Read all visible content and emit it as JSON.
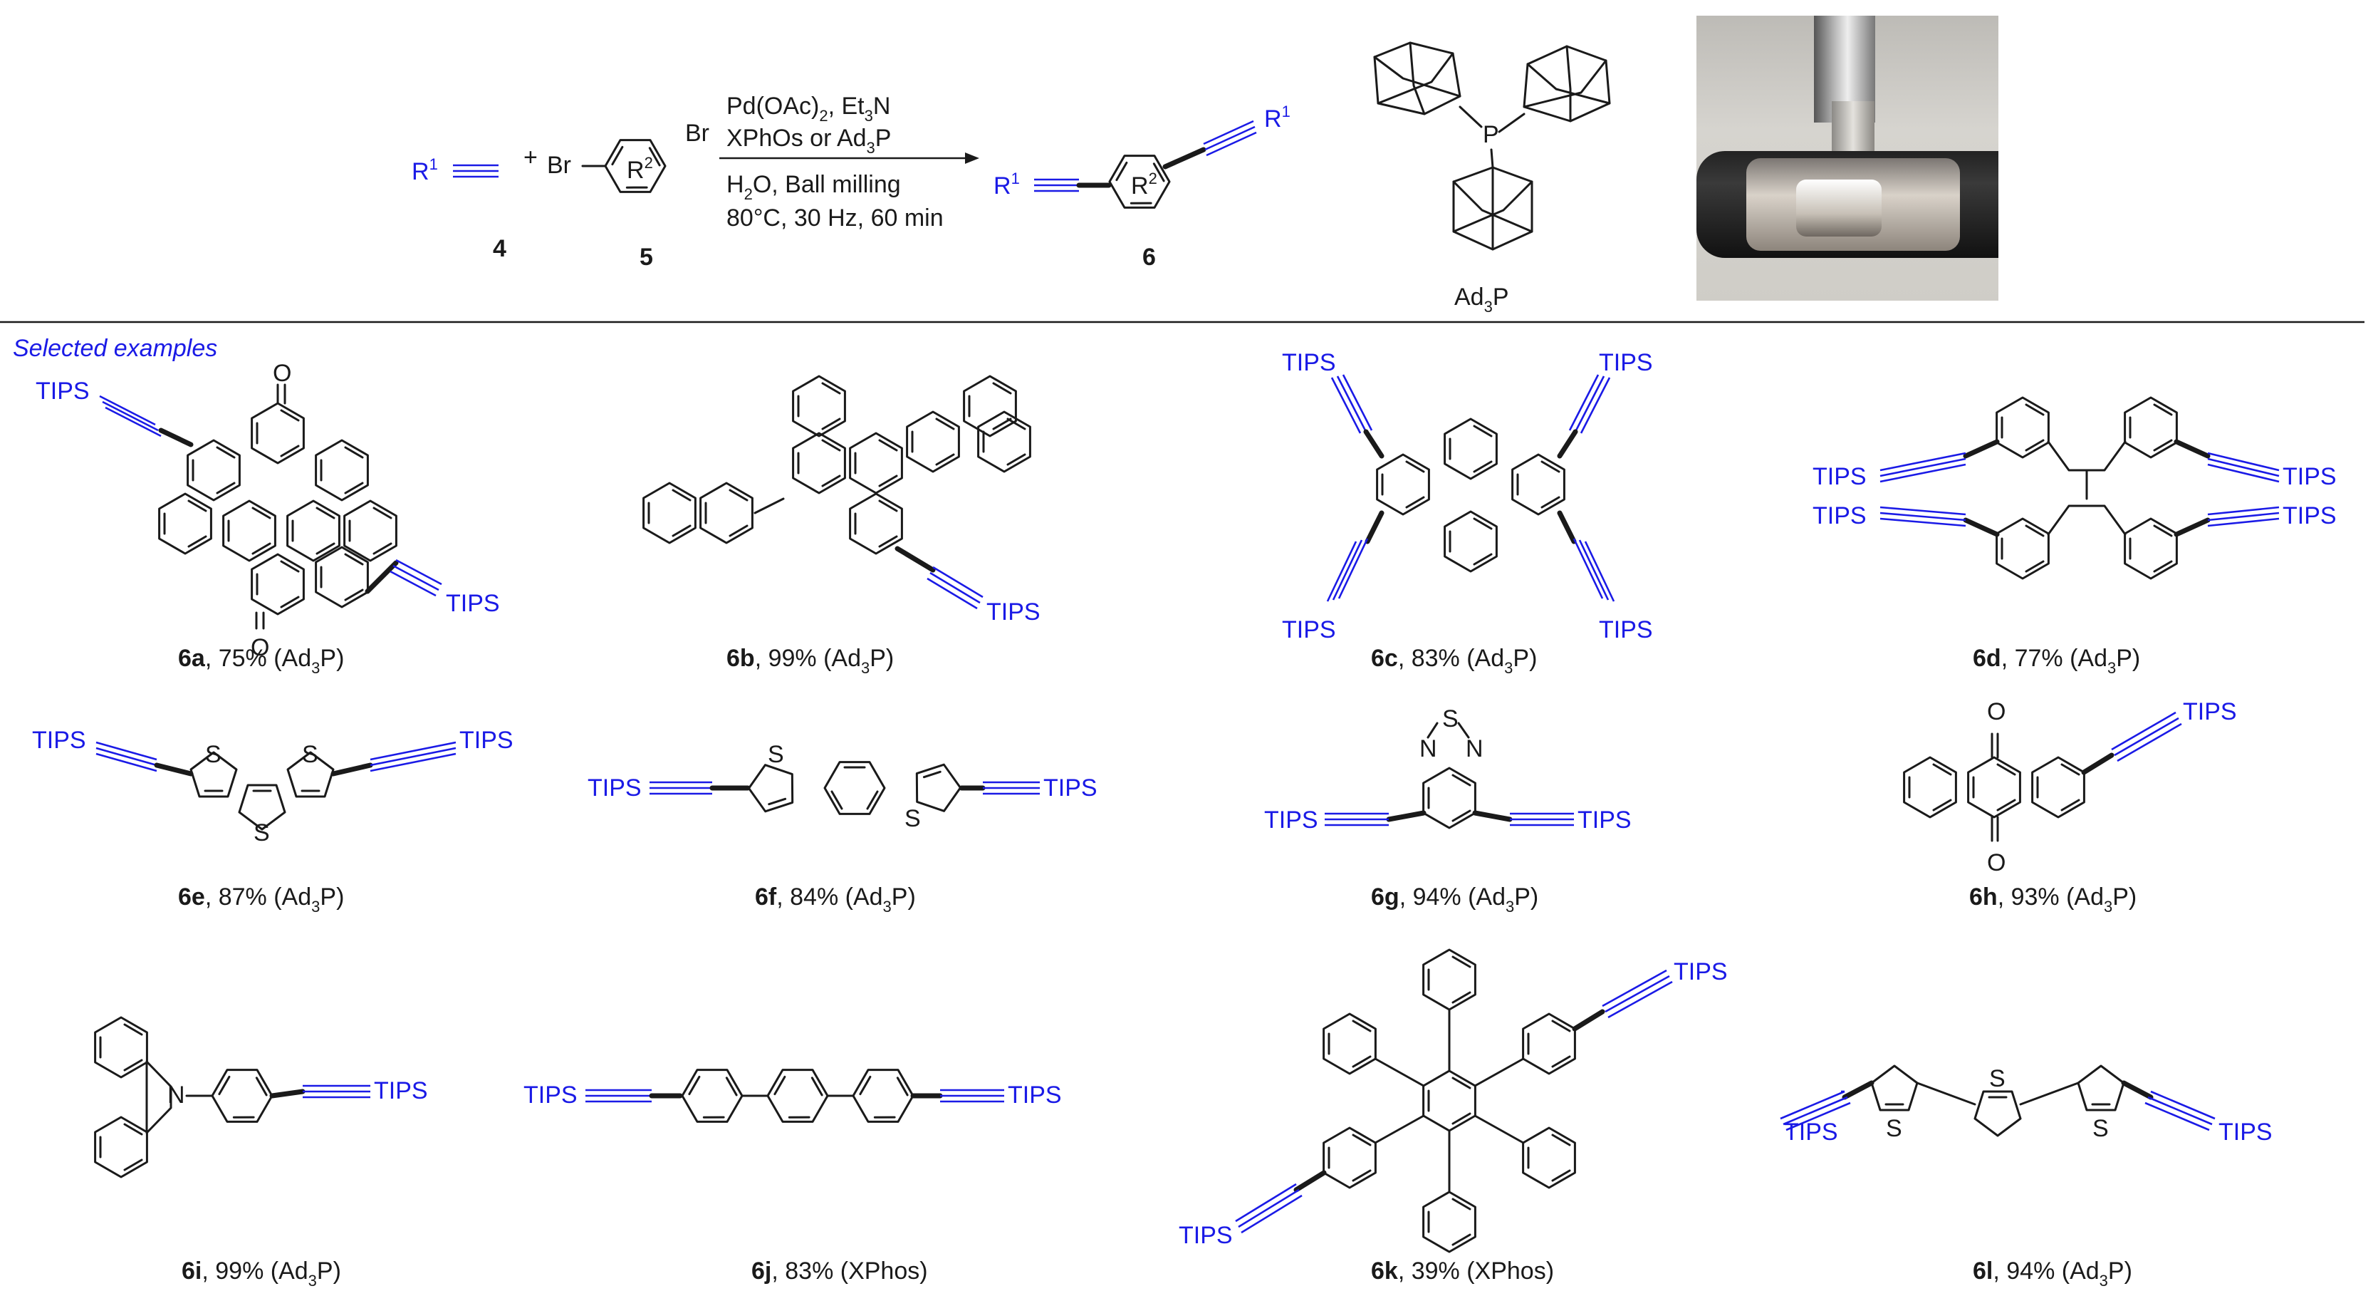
{
  "scheme": {
    "reagent_alkyne_label": "R",
    "reagent_alkyne_sup": "1",
    "plus": "+",
    "br_left": "Br",
    "br_top": "Br",
    "r2": "R",
    "r2_sup": "2",
    "cond_line1_a": "Pd(OAc)",
    "cond_line1_sub": "2",
    "cond_line1_b": ", Et",
    "cond_line1_sub2": "3",
    "cond_line1_c": "N",
    "cond_line2": "XPhOs or  Ad",
    "cond_line2_sub": "3",
    "cond_line2_c": "P",
    "cond_line3_a": "H",
    "cond_line3_sub": "2",
    "cond_line3_b": "O, Ball milling",
    "cond_line4": "80°C, 30 Hz, 60 min",
    "num4": "4",
    "num5": "5",
    "num6": "6",
    "ligand_p": "P",
    "ligand_label_a": "Ad",
    "ligand_label_sub": "3",
    "ligand_label_b": "P"
  },
  "section_title": "Selected examples",
  "group": "TIPS",
  "atoms": {
    "O": "O",
    "S": "S",
    "N": "N"
  },
  "compounds": [
    {
      "id": "6a",
      "text": ", 75% (Ad",
      "sub": "3",
      "end": "P)"
    },
    {
      "id": "6b",
      "text": ", 99% (Ad",
      "sub": "3",
      "end": "P)"
    },
    {
      "id": "6c",
      "text": ", 83% (Ad",
      "sub": "3",
      "end": "P)"
    },
    {
      "id": "6d",
      "text": ", 77% (Ad",
      "sub": "3",
      "end": "P)"
    },
    {
      "id": "6e",
      "text": ", 87% (Ad",
      "sub": "3",
      "end": "P)"
    },
    {
      "id": "6f",
      "text": ", 84% (Ad",
      "sub": "3",
      "end": "P)"
    },
    {
      "id": "6g",
      "text": ", 94% (Ad",
      "sub": "3",
      "end": "P)"
    },
    {
      "id": "6h",
      "text": ", 93% (Ad",
      "sub": "3",
      "end": "P)"
    },
    {
      "id": "6i",
      "text": ", 99% (Ad",
      "sub": "3",
      "end": "P)"
    },
    {
      "id": "6j",
      "text": ", 83% (XPhos)",
      "sub": "",
      "end": ""
    },
    {
      "id": "6k",
      "text": ", 39% (XPhos)",
      "sub": "",
      "end": ""
    },
    {
      "id": "6l",
      "text": ", 94% (Ad",
      "sub": "3",
      "end": "P)"
    }
  ],
  "colors": {
    "r_group": "#1a1ae6",
    "structure": "#1a1a1a"
  }
}
